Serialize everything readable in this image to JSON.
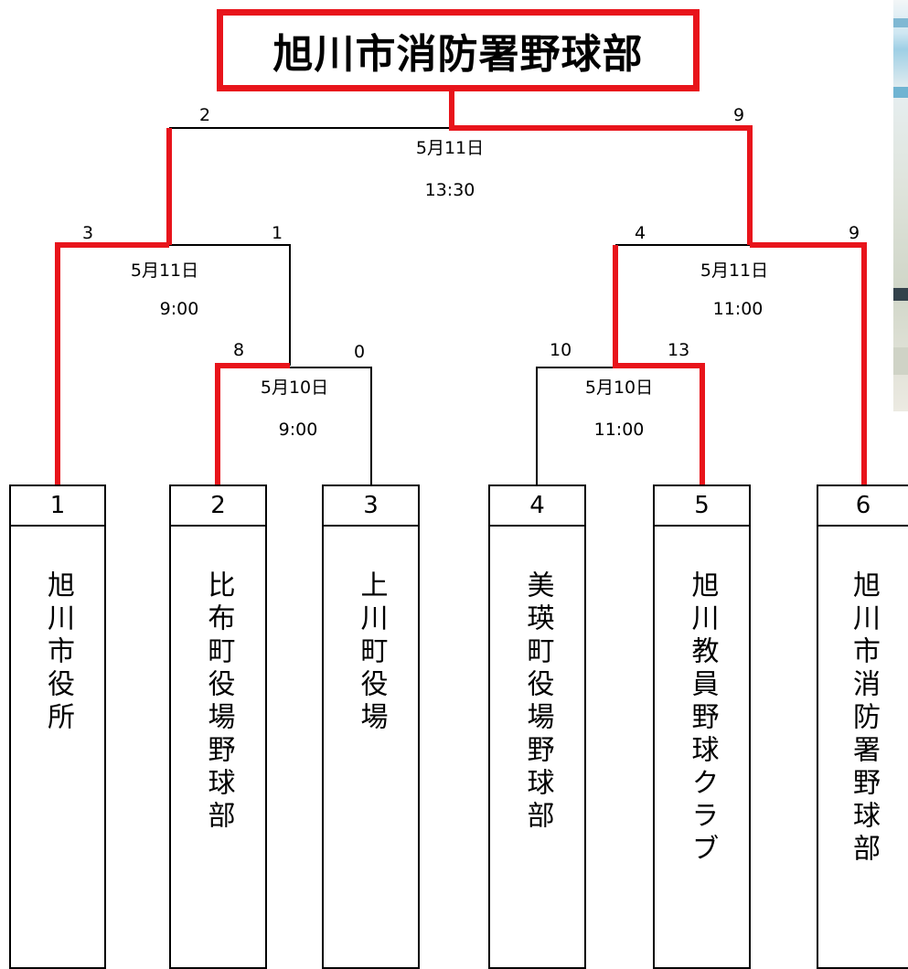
{
  "winner": {
    "name": "旭川市消防署野球部"
  },
  "teams": [
    {
      "seed": "1",
      "name": "旭川市役所"
    },
    {
      "seed": "2",
      "name": "比布町役場野球部"
    },
    {
      "seed": "3",
      "name": "上川町役場"
    },
    {
      "seed": "4",
      "name": "美瑛町役場野球部"
    },
    {
      "seed": "5",
      "name": "旭川教員野球クラブ"
    },
    {
      "seed": "6",
      "name": "旭川市消防署野球部"
    }
  ],
  "matches": [
    {
      "id": "m1",
      "date": "5月10日",
      "time": "9:00",
      "score_left": "8",
      "score_right": "0"
    },
    {
      "id": "m2",
      "date": "5月10日",
      "time": "11:00",
      "score_left": "10",
      "score_right": "13"
    },
    {
      "id": "m3",
      "date": "5月11日",
      "time": "9:00",
      "score_left": "3",
      "score_right": "1"
    },
    {
      "id": "m4",
      "date": "5月11日",
      "time": "11:00",
      "score_left": "4",
      "score_right": "9"
    },
    {
      "id": "final",
      "date": "5月11日",
      "time": "13:30",
      "score_left": "2",
      "score_right": "9"
    }
  ],
  "colors": {
    "winner_path": "#e8141b",
    "line": "#000000"
  }
}
